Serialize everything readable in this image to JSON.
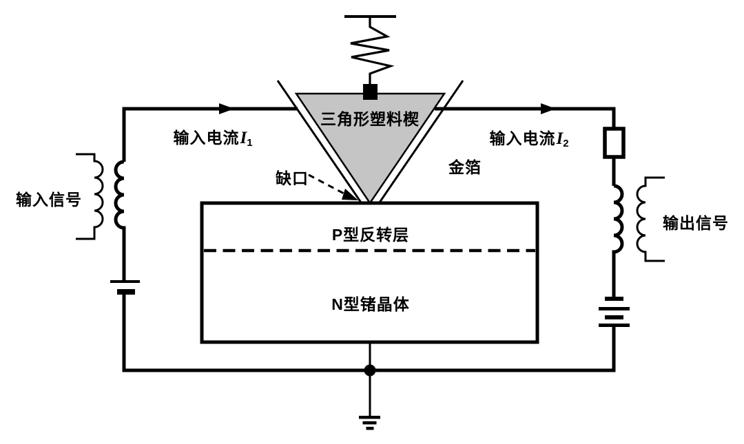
{
  "diagram": {
    "labels": {
      "wedge": "三角形塑料楔",
      "input_current_left": {
        "text": "输入电流",
        "symbol": "I",
        "sub": "1"
      },
      "input_current_right": {
        "text": "输入电流",
        "symbol": "I",
        "sub": "2"
      },
      "gold_foil": "金箔",
      "notch": "缺口",
      "input_signal": "输入信号",
      "output_signal": "输出信号",
      "p_layer": "P型反转层",
      "n_crystal": "N型锗晶体"
    },
    "colors": {
      "wedge_fill": "#c5c5c5",
      "line": "#000000",
      "background": "#ffffff"
    }
  }
}
